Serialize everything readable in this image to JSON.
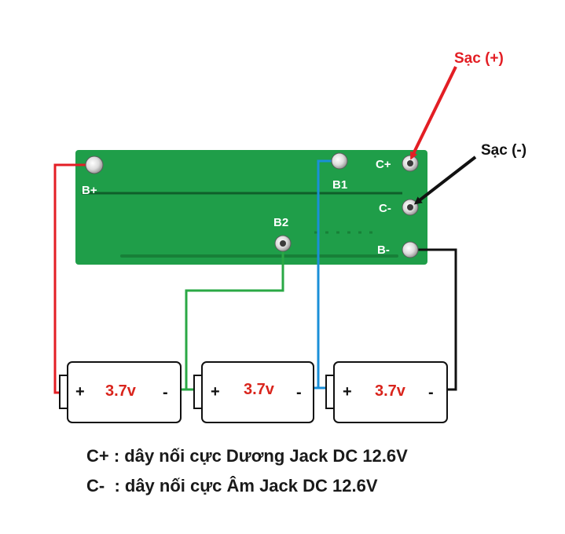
{
  "colors": {
    "pcb": "#1f9e49",
    "pcb_trace": "#178038",
    "wire_positive": "#e31e24",
    "wire_negative": "#111111",
    "wire_b1": "#1a8fd8",
    "wire_b2": "#2aa845",
    "battery_label": "#d9241c",
    "annotation_text": "#e31e24"
  },
  "board": {
    "pads": {
      "b_plus": "B+",
      "b1": "B1",
      "b2": "B2",
      "c_plus": "C+",
      "c_minus": "C-",
      "b_minus": "B-"
    }
  },
  "annotations": {
    "charge_positive": "Sạc (+)",
    "charge_negative": "Sạc (-)"
  },
  "batteries": [
    {
      "label": "3.7v",
      "plus": "+",
      "minus": "-"
    },
    {
      "label": "3.7v",
      "plus": "+",
      "minus": "-"
    },
    {
      "label": "3.7v",
      "plus": "+",
      "minus": "-"
    }
  ],
  "legend": {
    "line1": "C+ : dây nối cực Dương Jack DC 12.6V",
    "line2": "C-  : dây nối cực Âm Jack DC 12.6V"
  }
}
